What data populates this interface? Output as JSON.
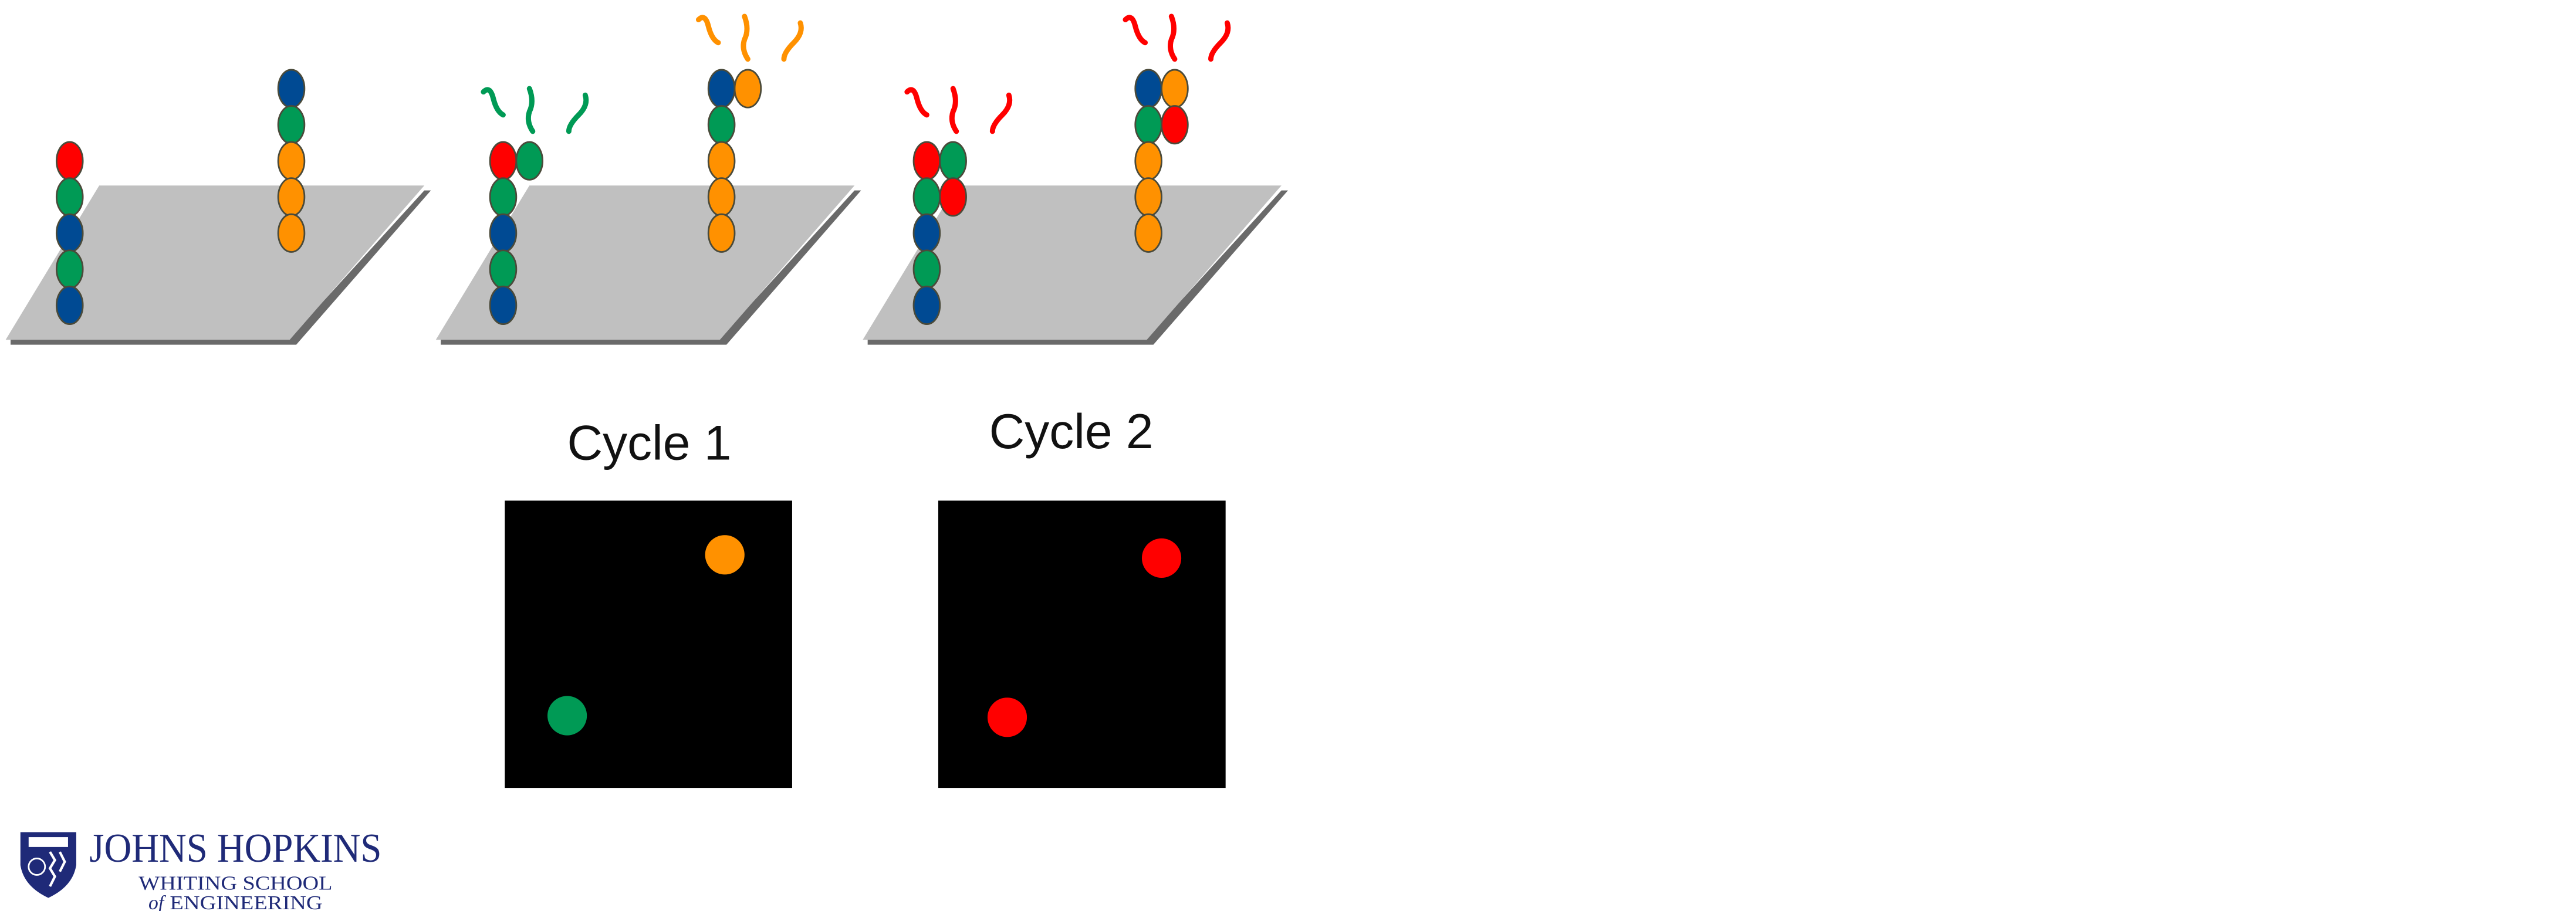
{
  "colors": {
    "red": "#ff0000",
    "green": "#009a55",
    "blue": "#004a93",
    "orange": "#ff9100",
    "plane": "#c0c0c0",
    "plane_shadow": "#6a6a6a",
    "logo": "#1f2a78"
  },
  "panels": [
    {
      "name": "initial",
      "reagent_color": null
    },
    {
      "name": "cycle-1",
      "reagent_color": "green-orange"
    },
    {
      "name": "cycle-2",
      "reagent_color": "red"
    }
  ],
  "images": [
    {
      "label": "Cycle 1",
      "spots": [
        "orange",
        "green"
      ]
    },
    {
      "label": "Cycle 2",
      "spots": [
        "red",
        "red"
      ]
    }
  ],
  "logo": {
    "line1": "JOHNS HOPKINS",
    "line2": "WHITING SCHOOL",
    "line3_italic": "of",
    "line3": "ENGINEERING"
  }
}
